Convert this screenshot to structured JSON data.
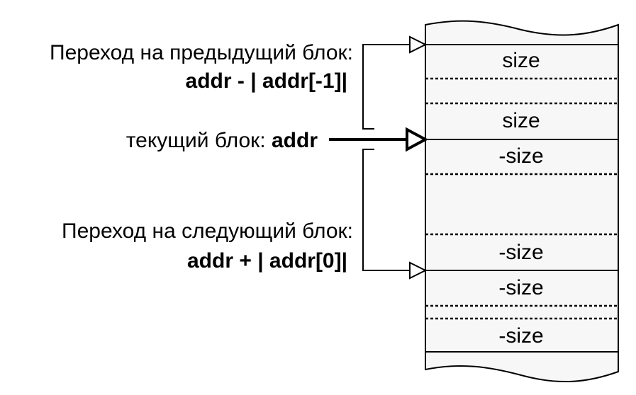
{
  "colors": {
    "stroke": "#000000",
    "cell_fill": "#f7f7f7",
    "background": "#ffffff"
  },
  "labels": {
    "prev_title": "Переход на предыдущий блок:",
    "prev_formula": "addr - | addr[-1]|",
    "current_prefix": "текущий блок: ",
    "current_addr": "addr",
    "next_title": "Переход на следующий блок:",
    "next_formula": "addr + | addr[0]|"
  },
  "memory_cells": {
    "prev_header": "size",
    "prev_footer": "size",
    "cur_header": "-size",
    "cur_footer": "-size",
    "next_header": "-size",
    "next_footer": "-size"
  }
}
